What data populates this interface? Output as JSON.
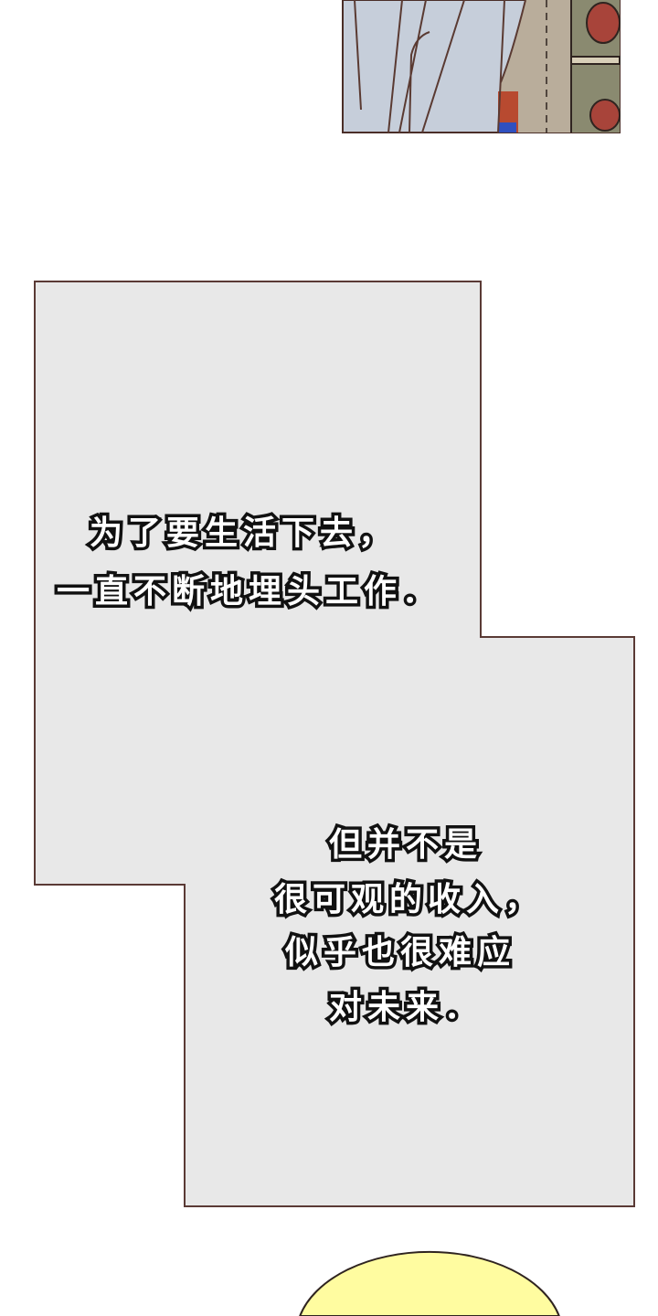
{
  "colors": {
    "panel_border": "#4a2e28",
    "caption_box": "#e8e8e8",
    "box_border": "#5a3a35",
    "bubble": "#fffca0",
    "sky": "#c8d0dc"
  },
  "captions": {
    "first": [
      "为了要生活下去，",
      "一直不断地埋头工作．"
    ],
    "second": [
      "但并不是",
      "很可观的收入，",
      "似乎也很难应",
      "对未来．"
    ]
  }
}
